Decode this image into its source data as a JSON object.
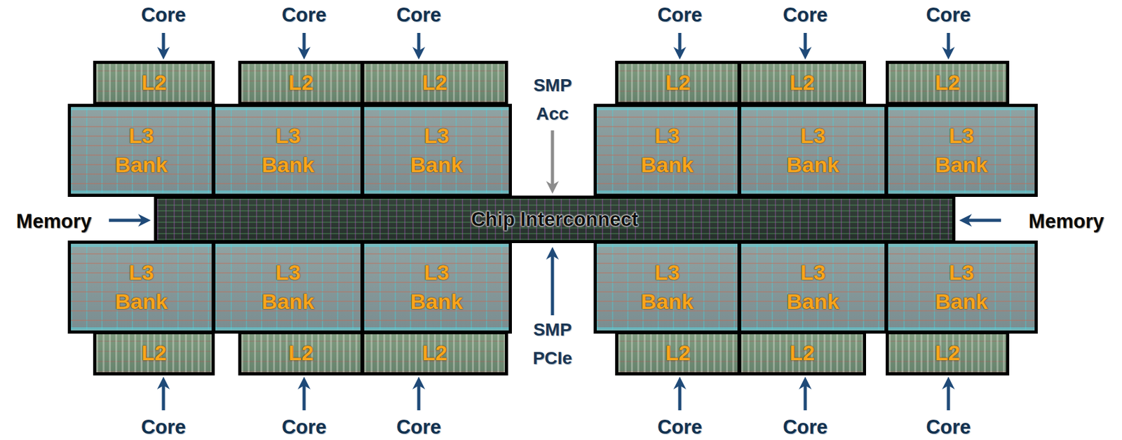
{
  "diagram": {
    "nodes": [
      {
        "text": [
          "L2"
        ]
      },
      {
        "text": [
          "L2"
        ]
      },
      {
        "text": [
          "L2"
        ]
      },
      {
        "text": [
          "L2"
        ]
      },
      {
        "text": [
          "L2"
        ]
      },
      {
        "text": [
          "L2"
        ]
      },
      {
        "text": [
          "L3 Bank"
        ]
      },
      {
        "text": [
          "L3 Bank"
        ]
      },
      {
        "text": [
          "L3 Bank"
        ]
      },
      {
        "text": [
          "L3 Bank"
        ]
      },
      {
        "text": [
          "L3 Bank"
        ]
      },
      {
        "text": [
          "L3 Bank"
        ]
      },
      {
        "text": [
          "Chip Interconnect"
        ]
      },
      {
        "text": [
          "L3 Bank"
        ]
      },
      {
        "text": [
          "L3 Bank"
        ]
      },
      {
        "text": [
          "L3 Bank"
        ]
      },
      {
        "text": [
          "L3 Bank"
        ]
      },
      {
        "text": [
          "L3 Bank"
        ]
      },
      {
        "text": [
          "L3 Bank"
        ]
      },
      {
        "text": [
          "L2"
        ]
      },
      {
        "text": [
          "L2"
        ]
      },
      {
        "text": [
          "L2"
        ]
      },
      {
        "text": [
          "L2"
        ]
      },
      {
        "text": [
          "L2"
        ]
      },
      {
        "text": [
          "L2"
        ]
      }
    ],
    "labels": [
      "Core",
      "Core",
      "Core",
      "Core",
      "Core",
      "Core",
      "SMP Acc",
      "Memory",
      "Memory",
      "SMP PCIe",
      "Core",
      "Core",
      "Core",
      "Core",
      "Core",
      "Core"
    ]
  }
}
